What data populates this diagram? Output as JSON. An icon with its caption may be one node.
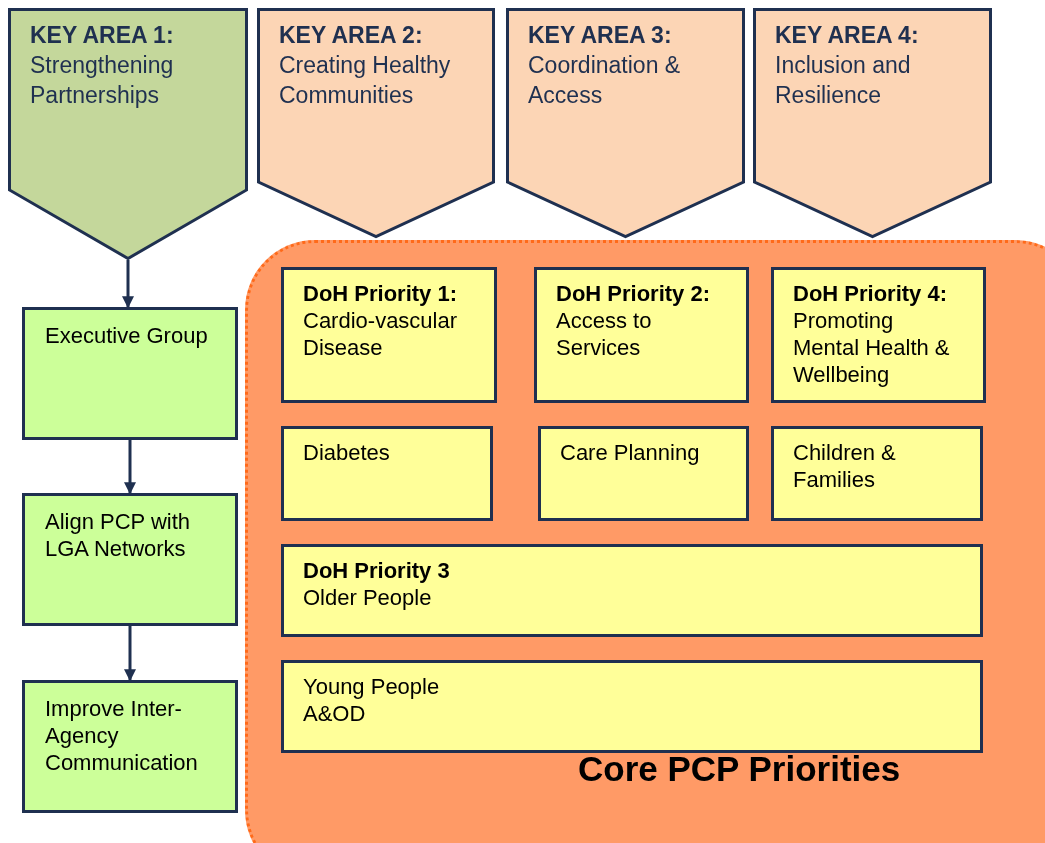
{
  "diagram": {
    "nodes": [
      {
        "text": [
          "KEY AREA 1:",
          "Strengthening Partnerships"
        ]
      },
      {
        "text": [
          "KEY AREA 2:",
          "Creating Healthy Communities"
        ]
      },
      {
        "text": [
          "KEY AREA 3:",
          "Coordination & Access"
        ]
      },
      {
        "text": [
          "KEY AREA 4:",
          "Inclusion and Resilience"
        ]
      },
      {
        "text": [
          "Executive Group"
        ]
      },
      {
        "text": [
          "Align PCP with LGA Networks"
        ]
      },
      {
        "text": [
          "Improve Inter-Agency Communication"
        ]
      },
      {
        "text": [
          "Core PCP Priorities"
        ]
      },
      {
        "text": [
          "DoH Priority 1:",
          "Cardio-vascular Disease"
        ],
        "in": 7
      },
      {
        "text": [
          "DoH Priority 2:",
          "Access to Services"
        ],
        "in": 7
      },
      {
        "text": [
          "DoH Priority 4:",
          "Promoting Mental Health & Wellbeing"
        ],
        "in": 7
      },
      {
        "text": [
          "Diabetes"
        ],
        "in": 7
      },
      {
        "text": [
          "Care Planning"
        ],
        "in": 7
      },
      {
        "text": [
          "Children & Families"
        ],
        "in": 7
      },
      {
        "text": [
          "DoH Priority 3",
          "Older People"
        ],
        "in": 7
      },
      {
        "text": [
          "Young People",
          "A&OD"
        ],
        "in": 7
      }
    ],
    "edges": [
      {
        "from": 0,
        "to": 4,
        "arrow": "to"
      },
      {
        "from": 4,
        "to": 5,
        "arrow": "to"
      },
      {
        "from": 5,
        "to": 6,
        "arrow": "to"
      }
    ]
  }
}
